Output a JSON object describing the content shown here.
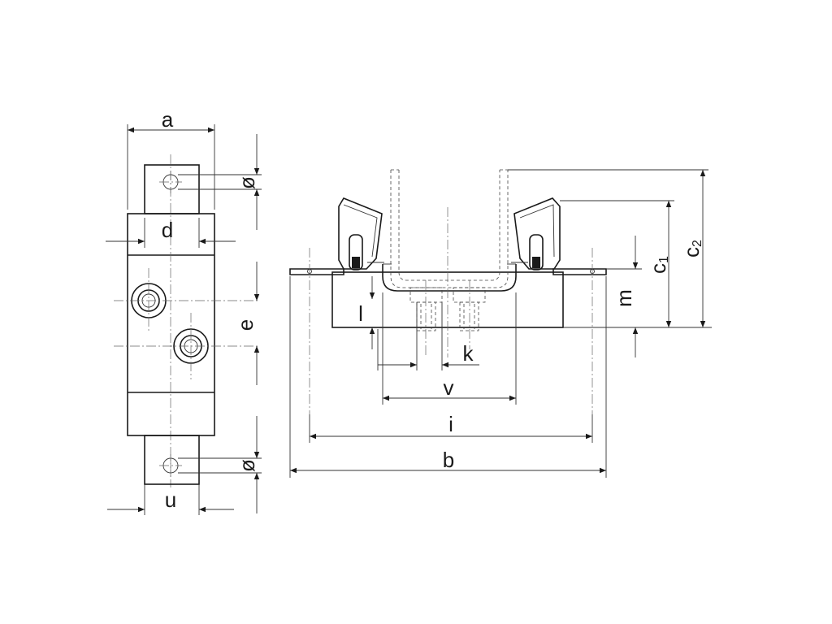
{
  "labels": {
    "a": "a",
    "d": "d",
    "e": "e",
    "u": "u",
    "diameter_top": "ø",
    "diameter_bottom": "ø",
    "l": "l",
    "k": "k",
    "v": "v",
    "i": "i",
    "b": "b",
    "m": "m",
    "c1_main": "c",
    "c1_sub": "1",
    "c2_main": "c",
    "c2_sub": "2"
  }
}
